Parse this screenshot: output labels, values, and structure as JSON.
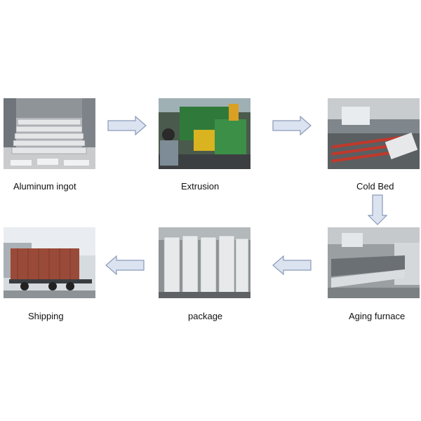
{
  "colors": {
    "arrow_fill": "#dbe3f1",
    "arrow_stroke": "#8a9ab8",
    "label_text": "#111111"
  },
  "steps": [
    {
      "label": "Aluminum ingot",
      "photo": "aluminum-ingot-stack-photo"
    },
    {
      "label": "Extrusion",
      "photo": "extrusion-press-photo"
    },
    {
      "label": "Cold Bed",
      "photo": "cold-bed-conveyor-photo"
    },
    {
      "label": "Aging furnace",
      "photo": "aging-furnace-photo"
    },
    {
      "label": "package",
      "photo": "packaged-profiles-photo"
    },
    {
      "label": "Shipping",
      "photo": "shipping-container-truck-photo"
    }
  ],
  "arrows": [
    {
      "direction": "right",
      "icon": "right-arrow-icon"
    },
    {
      "direction": "right",
      "icon": "right-arrow-icon"
    },
    {
      "direction": "down",
      "icon": "down-arrow-icon"
    },
    {
      "direction": "left",
      "icon": "left-arrow-icon"
    },
    {
      "direction": "left",
      "icon": "left-arrow-icon"
    }
  ]
}
